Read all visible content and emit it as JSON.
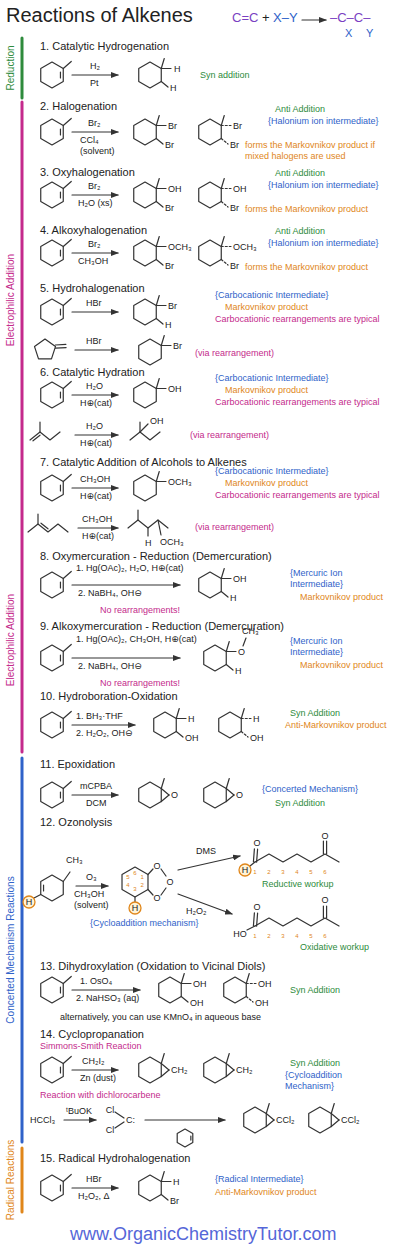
{
  "diagram": {
    "title": "Reactions of Alkenes",
    "caption": "www.OrganicChemistryTutor.com",
    "labels": [
      "C=C",
      "+",
      "X–Y",
      "–C–C–",
      "X",
      "Y",
      "Reduction",
      "Electrophilic Addition",
      "Electrophilic Addition",
      "Concerted Mechanism Reactions",
      "Radical Reactions",
      "1. Catalytic Hydrogenation",
      "H₂",
      "Pt",
      "H",
      "H",
      "Syn addition",
      "2. Halogenation",
      "Br₂",
      "CCl₄ (solvent)",
      "Br",
      "Br",
      "Br",
      "Br",
      "Anti Addition",
      "{Halonium ion intermediate}",
      "forms the Markovnikov product if mixed halogens are used",
      "3. Oxyhalogenation",
      "Br₂",
      "H₂O (xs)",
      "OH",
      "Br",
      "OH",
      "Br",
      "Anti Addition",
      "{Halonium ion intermediate}",
      "forms the Markovnikov product",
      "4. Alkoxyhalogenation",
      "Br₂",
      "CH₃OH",
      "OCH₃",
      "Br",
      "OCH₃",
      "Br",
      "Anti Addition",
      "{Halonium ion intermediate}",
      "forms the Markovnikov product",
      "5. Hydrohalogenation",
      "HBr",
      "Br",
      "H",
      "{Carbocationic Intermediate}",
      "Markovnikov product",
      "Carbocationic rearrangements are typical",
      "HBr",
      "Br",
      "(via rearrangement)",
      "6. Catalytic Hydration",
      "H₂O",
      "H⊕(cat)",
      "OH",
      "{Carbocationic Intermediate}",
      "Markovnikov product",
      "Carbocationic rearrangements are typical",
      "H₂O",
      "H⊕(cat)",
      "OH",
      "(via rearrangement)",
      "7. Catalytic Addition of Alcohols to Alkenes",
      "CH₃OH",
      "H⊕(cat)",
      "OCH₃",
      "{Carbocationic Intermediate}",
      "Markovnikov product",
      "Carbocationic rearrangements are typical",
      "CH₃OH",
      "H⊕(cat)",
      "H",
      "OCH₃",
      "(via rearrangement)",
      "8. Oxymercuration - Reduction (Demercuration)",
      "1. Hg(OAc)₂, H₂O, H⊕(cat)",
      "2. NaBH₄, OH⊖",
      "OH",
      "H",
      "{Mercuric Ion Intermediate}",
      "Markovnikov product",
      "No rearrangements!",
      "9. Alkoxymercuration - Reduction (Demercuration)",
      "1. Hg(OAc)₂, CH₃OH, H⊕(cat)",
      "2. NaBH₄, OH⊖",
      "CH₃",
      "O",
      "H",
      "{Mercuric Ion Intermediate}",
      "Markovnikov product",
      "No rearrangements!",
      "10. Hydroboration-Oxidation",
      "1. BH₃·THF",
      "2. H₂O₂, OH⊖",
      "H",
      "OH",
      "H",
      "OH",
      "Syn Addition",
      "Anti-Markovnikov product",
      "11. Epoxidation",
      "mCPBA",
      "DCM",
      "O",
      "O",
      "{Concerted Mechanism}",
      "Syn Addition",
      "12. Ozonolysis",
      "CH₃",
      "H",
      "O₃",
      "CH₃OH (solvent)",
      "O",
      "O",
      "O",
      "1",
      "2",
      "3",
      "4",
      "5",
      "6",
      "H",
      "{Cycloaddition mechanism}",
      "DMS",
      "H₂O₂",
      "H",
      "O",
      "O",
      "1",
      "2",
      "3",
      "4",
      "5",
      "6",
      "Reductive workup",
      "HO",
      "O",
      "O",
      "1",
      "2",
      "3",
      "4",
      "5",
      "6",
      "Oxidative workup",
      "13. Dihydroxylation (Oxidation to Vicinal Diols)",
      "1. OsO₄",
      "2. NaHSO₃ (aq)",
      "OH",
      "OH",
      "OH",
      "OH",
      "Syn Addition",
      "alternatively, you can use KMnO₄ in aqueous base",
      "14. Cyclopropanation",
      "Simmons-Smith Reaction",
      "CH₂I₂",
      "Zn (dust)",
      "CH₂",
      "CH₂",
      "Syn Addition",
      "{Cycloaddition Mechanism}",
      "Reaction with dichlorocarbene",
      "HCCl₃",
      "ᵗBuOK",
      "Cl",
      "Cl",
      "C:",
      "CCl₂",
      "CCl₂",
      "15. Radical Hydrohalogenation",
      "HBr",
      "H₂O₂, Δ",
      "H",
      "Br",
      "{Radical Intermediate}",
      "Anti-Markovnikov product"
    ]
  }
}
